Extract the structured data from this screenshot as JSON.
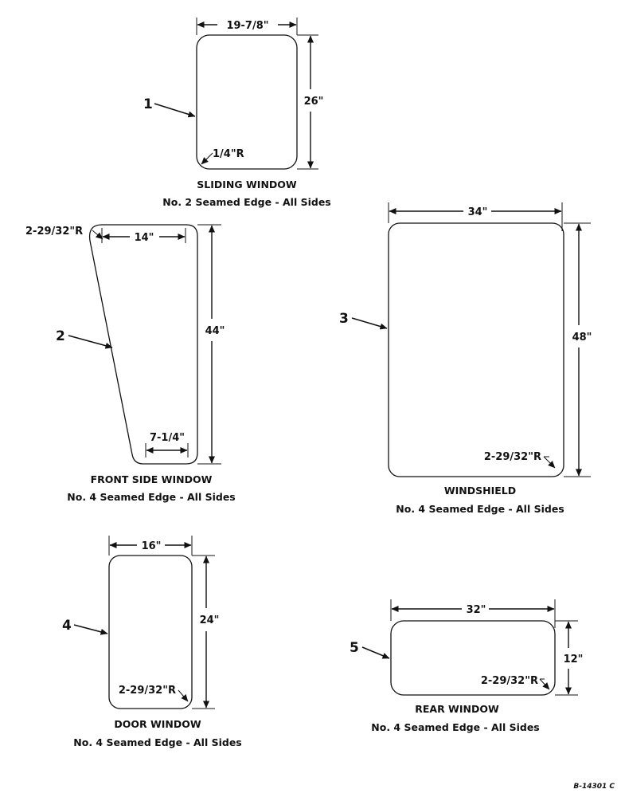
{
  "windows": [
    {
      "id": "1",
      "name": "SLIDING WINDOW",
      "edge": "No. 2 Seamed Edge - All Sides",
      "width": "19-7/8\"",
      "height": "26\"",
      "radius": "1/4\"R"
    },
    {
      "id": "2",
      "name": "FRONT SIDE WINDOW",
      "edge": "No. 4 Seamed Edge - All Sides",
      "top_width": "14\"",
      "bottom_width": "7-1/4\"",
      "height": "44\"",
      "radius": "2-29/32\"R"
    },
    {
      "id": "3",
      "name": "WINDSHIELD",
      "edge": "No. 4 Seamed Edge - All Sides",
      "width": "34\"",
      "height": "48\"",
      "radius": "2-29/32\"R"
    },
    {
      "id": "4",
      "name": "DOOR WINDOW",
      "edge": "No. 4 Seamed Edge - All Sides",
      "width": "16\"",
      "height": "24\"",
      "radius": "2-29/32\"R"
    },
    {
      "id": "5",
      "name": "REAR WINDOW",
      "edge": "No. 4 Seamed Edge - All Sides",
      "width": "32\"",
      "height": "12\"",
      "radius": "2-29/32\"R"
    }
  ],
  "drawing_ref": "B-14301 C"
}
